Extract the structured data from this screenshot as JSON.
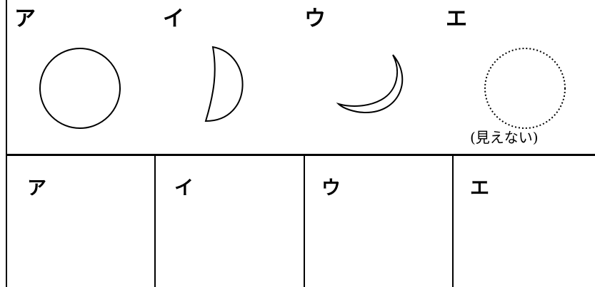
{
  "top_labels": [
    "ア",
    "イ",
    "ウ",
    "エ"
  ],
  "moon_shapes": [
    {
      "label": "ア",
      "shape": "full-circle"
    },
    {
      "label": "イ",
      "shape": "half-crescent"
    },
    {
      "label": "ウ",
      "shape": "thin-crescent"
    },
    {
      "label": "エ",
      "shape": "dotted-circle"
    }
  ],
  "invisible_note": "(見えない)",
  "answer_cells": [
    "ア",
    "イ",
    "ウ",
    "エ"
  ]
}
